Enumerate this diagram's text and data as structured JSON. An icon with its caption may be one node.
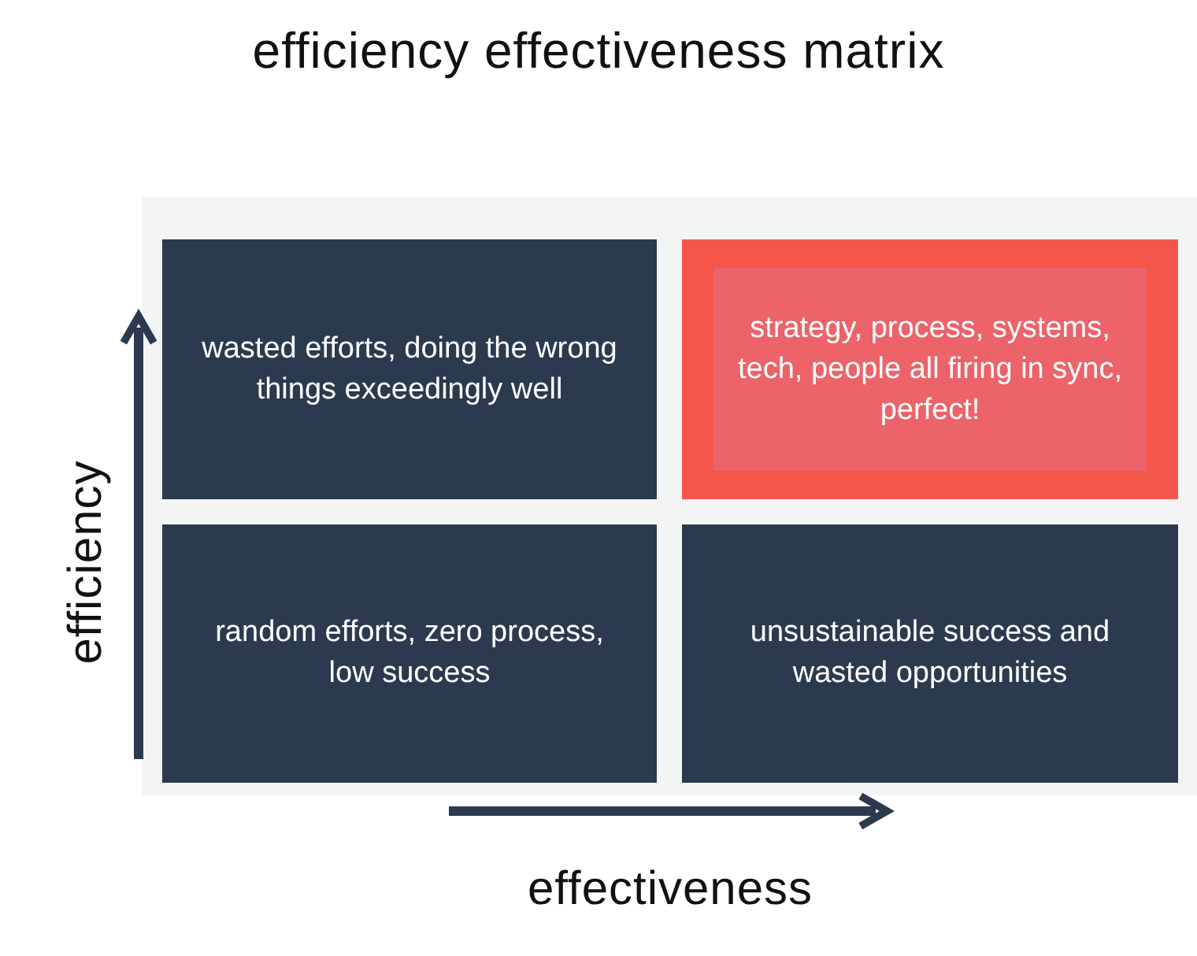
{
  "diagram": {
    "title": "efficiency effectiveness matrix",
    "nodes": [
      {
        "text": [
          "wasted efforts, doing the wrong things exceedingly well"
        ]
      },
      {
        "text": [
          "strategy, process, systems, tech, people all firing in sync, perfect!"
        ]
      },
      {
        "text": [
          "random efforts, zero process, low success"
        ]
      },
      {
        "text": [
          "unsustainable success and wasted opportunities"
        ]
      }
    ],
    "edges": [],
    "labels": [
      "efficiency",
      "effectiveness"
    ]
  }
}
